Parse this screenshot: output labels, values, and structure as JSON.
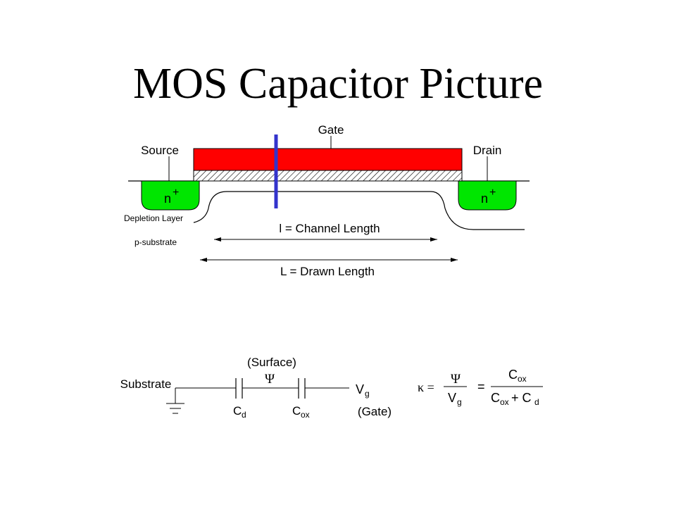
{
  "slide": {
    "title": "MOS Capacitor Picture"
  },
  "cross_section": {
    "gate_label": "Gate",
    "source_label": "Source",
    "drain_label": "Drain",
    "n_plus_left": "n",
    "n_plus_right": "n",
    "plus_sign": "+",
    "depletion_label": "Depletion Layer",
    "substrate_label": "p-substrate",
    "channel_length": "l = Channel Length",
    "drawn_length": "L = Drawn Length",
    "colors": {
      "gate": "#ff0000",
      "n_plus": "#00e600",
      "cut_line": "#3333cc"
    }
  },
  "circuit": {
    "substrate_label": "Substrate",
    "surface_label": "(Surface)",
    "psi": "Ψ",
    "cd_main": "C",
    "cd_sub": "d",
    "cox_main": "C",
    "cox_sub": "ox",
    "vg_main": "V",
    "vg_sub": "g",
    "gate_label": "(Gate)"
  },
  "formula": {
    "kappa": "κ =",
    "psi": "Ψ",
    "vg_main": "V",
    "vg_sub": "g",
    "equals": "=",
    "num_main": "C",
    "num_sub": "ox",
    "den_c1": "C",
    "den_sub1": "ox",
    "den_plus": "+ C",
    "den_sub2": "d"
  }
}
